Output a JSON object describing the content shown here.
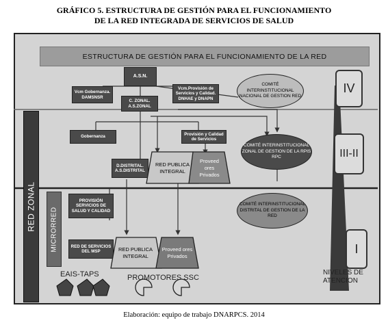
{
  "figure": {
    "title_line1": "GRÁFICO 5. ESTRUCTURA DE GESTIÓN PARA EL FUNCIONAMIENTO",
    "title_line2": "DE LA RED INTEGRADA DE SERVICIOS DE SALUD",
    "caption": "Elaboración: equipo de trabajo DNARPCS. 2014"
  },
  "diagram": {
    "header": "ESTRUCTURA DE GESTIÓN PARA EL FUNCIONAMIENTO DE LA RED",
    "boxes": {
      "asn": "A.S.N.",
      "vcm_gobernanza": "Vcm Gobernanza. DAMSNSR",
      "vcm_provision": "Vcm.Provisión de Servicios y Calidad. DNHAE y DNAPN",
      "c_zonal": "C. ZONAL. A.S.ZONAL",
      "gobernanza": "Gobernanza",
      "provision_calidad": "Provisión y Calidad de Servicios",
      "d_distrital": "D.DISTRITAL. A.S.DISTRITAL",
      "provision_servicios": "PROVISIÓN SERVICIOS DE SALUD Y CALIDAD",
      "red_servicios_msp": "RED DE SERVICIOS DEL MSP"
    },
    "committees": {
      "nacional": "COMITÉ INTERINSTITUCIONAL NACIONAL DE GESTION RED",
      "zonal": "COMITÉ INTERINSTITUCIONAL ZONAL DE GESTION DE LA RPIS RPC",
      "distrital": "COMITÉ INTERINSTITUCIONAL DISTRITAL DE GESTION DE LA RED"
    },
    "networks": {
      "red_publica_1": "RED PUBLICA INTEGRAL",
      "proveedores_1": "Proveed ores Privados",
      "red_publica_2": "RED PUBLICA INTEGRAL",
      "proveedores_2": "Proveed ores Privados"
    },
    "side_labels": {
      "red_zonal": "RED   ZONAL",
      "microrred": "MICRORRED"
    },
    "levels": {
      "iv": "IV",
      "iii_ii": "III-II",
      "i": "I",
      "niveles": "NIVELES DE ATENCION"
    },
    "bottom": {
      "eais_taps": "EAIS-TAPS",
      "promotores": "PROMOTORES SSC"
    }
  }
}
